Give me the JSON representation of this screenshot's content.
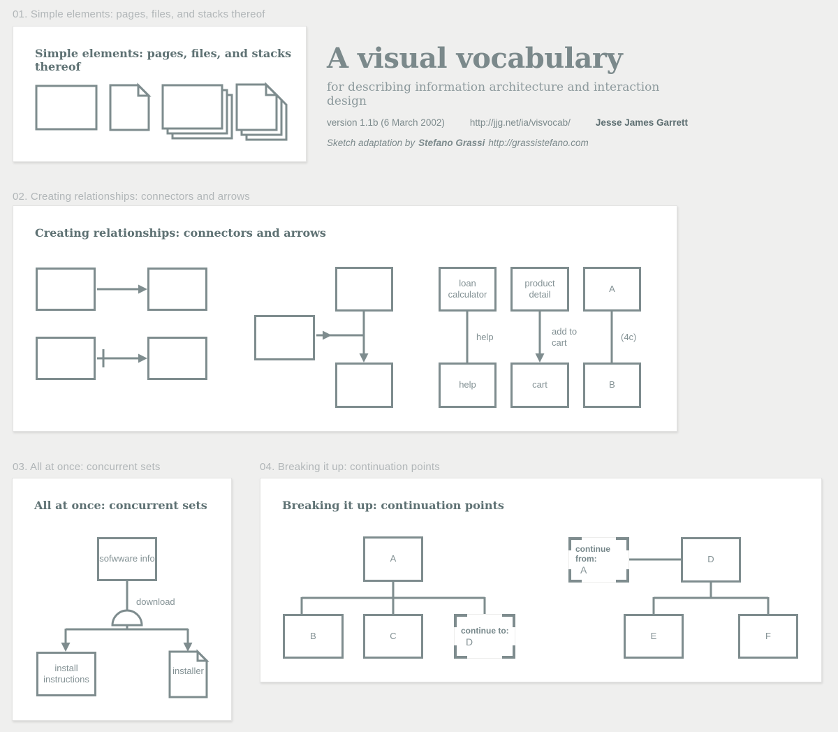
{
  "colors": {
    "background": "#efefee",
    "card": "#ffffff",
    "diagram_stroke": "#7e8c8e",
    "heading_text": "#5e7173",
    "label_text": "#839194",
    "section_label_text": "#b1b6b8",
    "title_text": "#7b898b"
  },
  "header": {
    "title": "A visual vocabulary",
    "subtitle": "for describing information architecture and interaction design",
    "version": "version 1.1b (6 March 2002)",
    "url": "http://jjg.net/ia/visvocab/",
    "author": "Jesse James Garrett",
    "adaptation_prefix": "Sketch adaptation by",
    "adaptation_author": "Stefano Grassi",
    "adaptation_url": "http://grassistefano.com"
  },
  "sections": {
    "s01": {
      "label": "01. Simple elements: pages, files, and stacks thereof",
      "heading": "Simple elements: pages, files, and stacks thereof",
      "shapes": [
        "page",
        "file",
        "page-stack",
        "file-stack"
      ]
    },
    "s02": {
      "label": "02. Creating relationships: connectors and arrows",
      "heading": "Creating relationships: connectors and arrows",
      "boxes": {
        "loan_calculator": "loan calculator",
        "help_bottom": "help",
        "product_detail": "product detail",
        "cart": "cart",
        "a": "A",
        "b": "B"
      },
      "connector_labels": {
        "help": "help",
        "add_to_cart": "add to cart",
        "four_c": "(4c)"
      }
    },
    "s03": {
      "label": "03. All at once: concurrent sets",
      "heading": "All at once: concurrent sets",
      "boxes": {
        "software_info": "sofwware info",
        "install_instructions": "install instructions",
        "installer": "installer"
      },
      "connector_labels": {
        "download": "download"
      }
    },
    "s04": {
      "label": "04. Breaking it up: continuation points",
      "heading": "Breaking it up: continuation points",
      "boxes": {
        "a": "A",
        "b": "B",
        "c": "C",
        "d": "D",
        "e": "E",
        "f": "F"
      },
      "continuation": {
        "to_prefix": "continue to:",
        "to_target": "D",
        "from_prefix": "continue from:",
        "from_target": "A"
      }
    }
  }
}
